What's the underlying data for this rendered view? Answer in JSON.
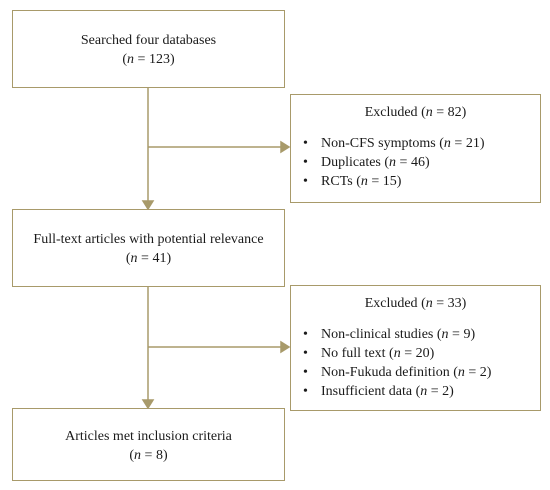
{
  "diagram": {
    "box1": {
      "title": "Searched  four databases",
      "count": "(n = 123)"
    },
    "excluded1": {
      "title": "Excluded (n = 82)",
      "items": [
        "Non-CFS symptoms (n = 21)",
        "Duplicates (n = 46)",
        "RCTs (n = 15)"
      ]
    },
    "box2": {
      "title": "Full-text articles with potential relevance",
      "count": "(n = 41)"
    },
    "excluded2": {
      "title": "Excluded (n = 33)",
      "items": [
        "Non-clinical studies (n = 9)",
        "No full text (n = 20)",
        "Non-Fukuda definition (n = 2)",
        "Insufficient data (n = 2)"
      ]
    },
    "box3": {
      "title": "Articles met inclusion criteria",
      "count": "(n = 8)"
    }
  },
  "colors": {
    "border": "#a89a6a",
    "text": "#1a1a1a",
    "background": "#ffffff"
  }
}
